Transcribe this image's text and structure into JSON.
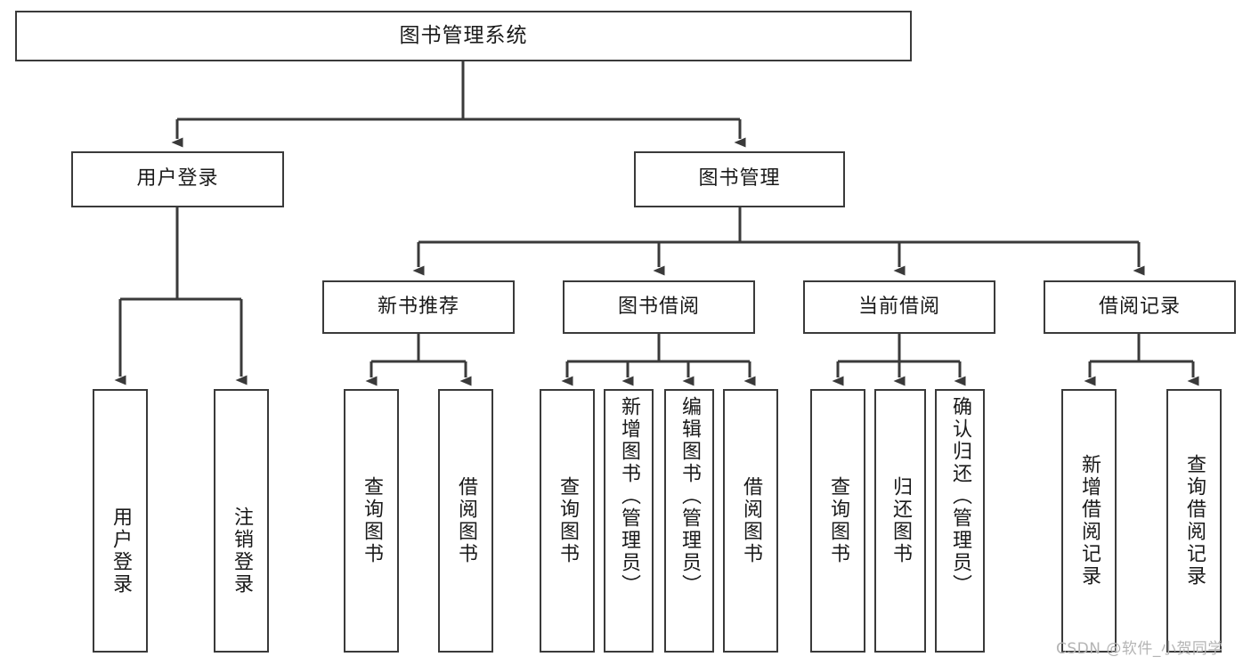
{
  "diagram": {
    "type": "tree",
    "title": "图书管理系统",
    "watermark": "CSDN @软件_小贺同学",
    "line_color": "#3a3a3a",
    "box_border_color": "#3a3a3a",
    "background_color": "#ffffff",
    "text_color": "#1a1a1a",
    "root": {
      "label": "图书管理系统",
      "level": 1
    },
    "level2": [
      {
        "label": "用户登录"
      },
      {
        "label": "图书管理"
      }
    ],
    "level3": [
      {
        "label": "新书推荐"
      },
      {
        "label": "图书借阅"
      },
      {
        "label": "当前借阅"
      },
      {
        "label": "借阅记录"
      }
    ],
    "leaves": {
      "user_login": [
        {
          "label": "用户登录"
        },
        {
          "label": "注销登录"
        }
      ],
      "new_book_recommend": [
        {
          "label": "查询图书"
        },
        {
          "label": "借阅图书"
        }
      ],
      "book_borrow": [
        {
          "label": "查询图书"
        },
        {
          "label": "新增图书（管理员）"
        },
        {
          "label": "编辑图书（管理员）"
        },
        {
          "label": "借阅图书"
        }
      ],
      "current_borrow": [
        {
          "label": "查询图书"
        },
        {
          "label": "归还图书"
        },
        {
          "label": "确认归还（管理员）"
        }
      ],
      "borrow_record": [
        {
          "label": "新增借阅记录"
        },
        {
          "label": "查询借阅记录"
        }
      ]
    }
  }
}
